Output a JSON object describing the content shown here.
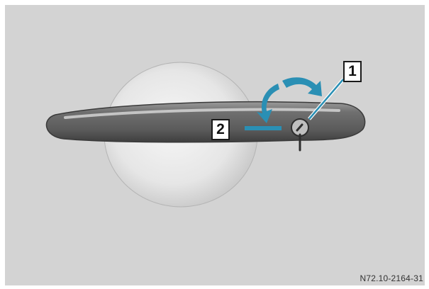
{
  "figure": {
    "reference_code": "N72.10-2164-31",
    "callouts": [
      {
        "label": "1",
        "points_to": "lock-cylinder"
      },
      {
        "label": "2",
        "points_to": "handle-direction-marker"
      }
    ],
    "rotation_arrows": [
      {
        "name": "arrow-unlock-turn",
        "direction": "clockwise"
      },
      {
        "name": "arrow-lock-turn",
        "direction": "counterclockwise"
      }
    ],
    "colors": {
      "background": "#d3d3d3",
      "handle": "#6c6c6c",
      "recess": "#e9e9e9",
      "arrow": "#2a8fb4",
      "callout_border": "#1a1a1a"
    }
  }
}
